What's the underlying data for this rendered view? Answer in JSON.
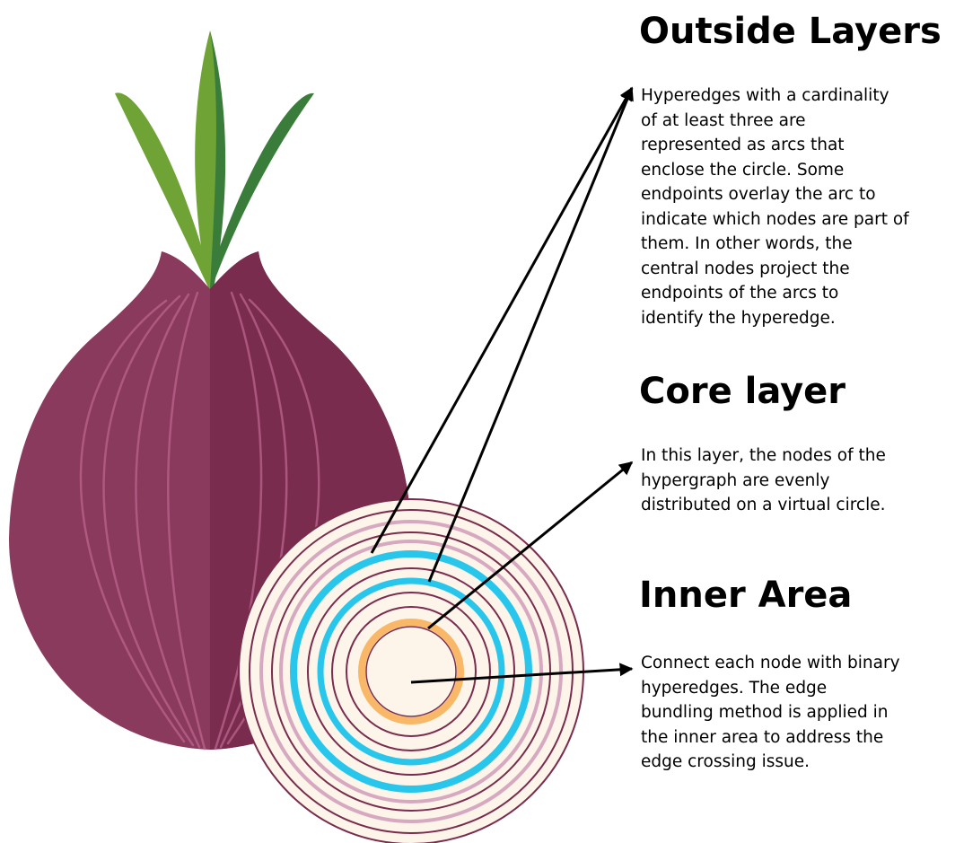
{
  "sections": {
    "outside": {
      "title": "Outside Layers",
      "description": "Hyperedges with a cardinality\nof at least three are\nrepresented as arcs that\nenclose the circle. Some\nendpoints overlay the arc to\nindicate which nodes are part of\nthem. In other words, the\ncentral nodes project the\nendpoints of the arcs to\nidentify the hyperedge."
    },
    "core": {
      "title": "Core layer",
      "description": "In this layer, the nodes of the\nhypergraph are evenly\ndistributed on a virtual circle."
    },
    "inner": {
      "title": "Inner Area",
      "description": "Connect each node with binary\nhyperedges. The edge\nbundling method is applied in\nthe inner area to address the\nedge crossing issue."
    }
  },
  "colors": {
    "onion_skin": "#8a3a5c",
    "onion_skin_dark": "#7a2c4e",
    "onion_vein": "#b8628a",
    "leaf_light": "#6fa336",
    "leaf_dark": "#3a7d3a",
    "slice_fill": "#fdf5ea",
    "ring_dark": "#7a2c4e",
    "ring_light": "#d6a9c0",
    "core_ring": "#29c6ec",
    "inner_ring": "#f9b768",
    "arrow": "#000000"
  }
}
